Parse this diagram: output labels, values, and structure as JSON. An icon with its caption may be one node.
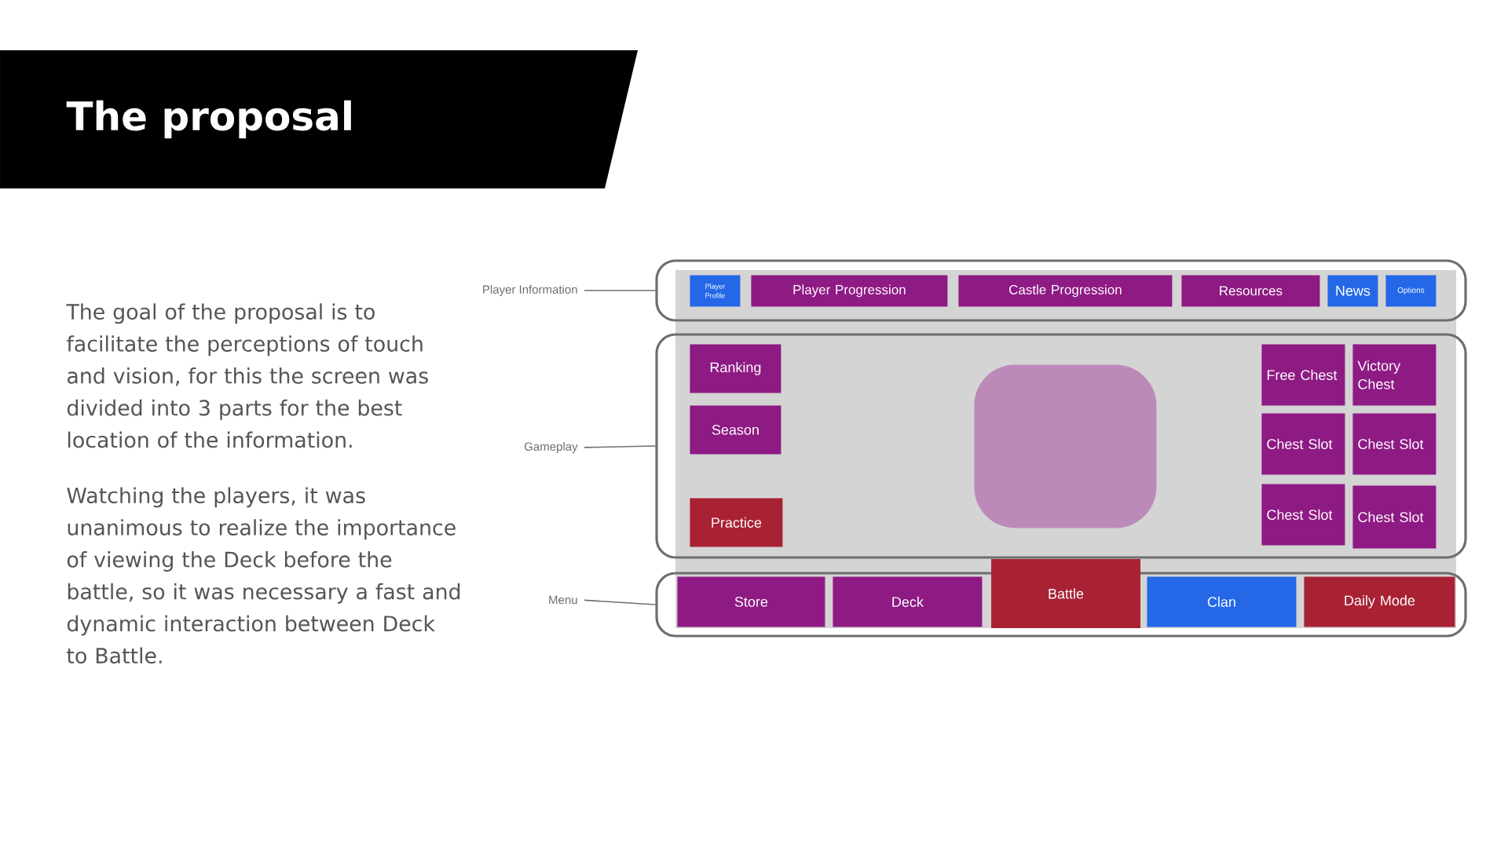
{
  "diagram": {
    "title": "The proposal",
    "nodes": [
      {
        "text": [
          "Player Information"
        ]
      },
      {
        "text": [],
        "shape": "box"
      },
      {
        "text": [
          "Gameplay"
        ]
      },
      {
        "text": [],
        "shape": "box"
      },
      {
        "text": [
          "Menu"
        ]
      },
      {
        "text": [],
        "shape": "box"
      },
      {
        "text": [
          "Player Profile"
        ],
        "in": 1
      },
      {
        "text": [
          "Player Progression"
        ],
        "in": 1
      },
      {
        "text": [
          "Castle Progression"
        ],
        "in": 1
      },
      {
        "text": [
          "Resources"
        ],
        "in": 1
      },
      {
        "text": [
          "News"
        ],
        "in": 1
      },
      {
        "text": [
          "Options"
        ],
        "in": 1
      },
      {
        "text": [
          "Ranking"
        ],
        "in": 3
      },
      {
        "text": [
          "Season"
        ],
        "in": 3
      },
      {
        "text": [
          "Practice"
        ],
        "in": 3
      },
      {
        "text": [],
        "shape": "box",
        "in": 3
      },
      {
        "text": [
          "Free Chest"
        ],
        "in": 3
      },
      {
        "text": [
          "Victory Chest"
        ],
        "in": 3
      },
      {
        "text": [
          "Chest Slot"
        ],
        "in": 3
      },
      {
        "text": [
          "Chest Slot"
        ],
        "in": 3
      },
      {
        "text": [
          "Chest Slot"
        ],
        "in": 3
      },
      {
        "text": [
          "Chest Slot"
        ],
        "in": 3
      },
      {
        "text": [
          "Store"
        ],
        "in": 5
      },
      {
        "text": [
          "Deck"
        ],
        "in": 5
      },
      {
        "text": [
          "Battle"
        ]
      },
      {
        "text": [
          "Clan"
        ],
        "in": 5
      },
      {
        "text": [
          "Daily Mode"
        ],
        "in": 5
      }
    ],
    "edges": [
      {
        "from": 0,
        "to": 1,
        "arrow": "none"
      },
      {
        "from": 2,
        "to": 3,
        "arrow": "none"
      },
      {
        "from": 4,
        "to": 5,
        "arrow": "none"
      }
    ],
    "labels": [
      "The goal of the proposal is to facilitate the perceptions of touch and vision, for this the screen was divided into 3 parts for the best location of the information.",
      "Watching the players, it was unanimous to realize the importance of viewing the Deck before the battle, so it was necessary a fast and dynamic interaction between Deck to Battle."
    ]
  }
}
